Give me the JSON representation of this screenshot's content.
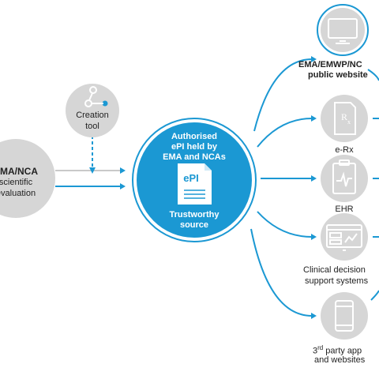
{
  "colors": {
    "accent": "#1b98d3",
    "accent_dark": "#0f84bd",
    "circle_grey": "#d6d6d6",
    "line_grey": "#c9c9c9",
    "text": "#222222",
    "white": "#ffffff"
  },
  "source": {
    "line1": "EMA/NCA",
    "line2": "scientific",
    "line3": "evaluation"
  },
  "creation_tool": {
    "line1": "Creation",
    "line2": "tool",
    "icon": "node-graph-icon"
  },
  "center": {
    "line1": "Authorised",
    "line2": "ePI held by",
    "line3": "EMA and NCAs",
    "doc_label": "ePI",
    "line4": "Trustworthy",
    "line5": "source"
  },
  "outputs": [
    {
      "icon": "monitor-icon",
      "line1": "EMA/EMWP/NC",
      "line2": "public website"
    },
    {
      "icon": "prescription-icon",
      "line1": "e-Rx",
      "line2": ""
    },
    {
      "icon": "clipboard-pulse-icon",
      "line1": "EHR",
      "line2": ""
    },
    {
      "icon": "dashboard-screen-icon",
      "line1": "Clinical decision",
      "line2": "support systems"
    },
    {
      "icon": "smartphone-icon",
      "line1": "3rd party app",
      "line2": "and websites"
    }
  ]
}
